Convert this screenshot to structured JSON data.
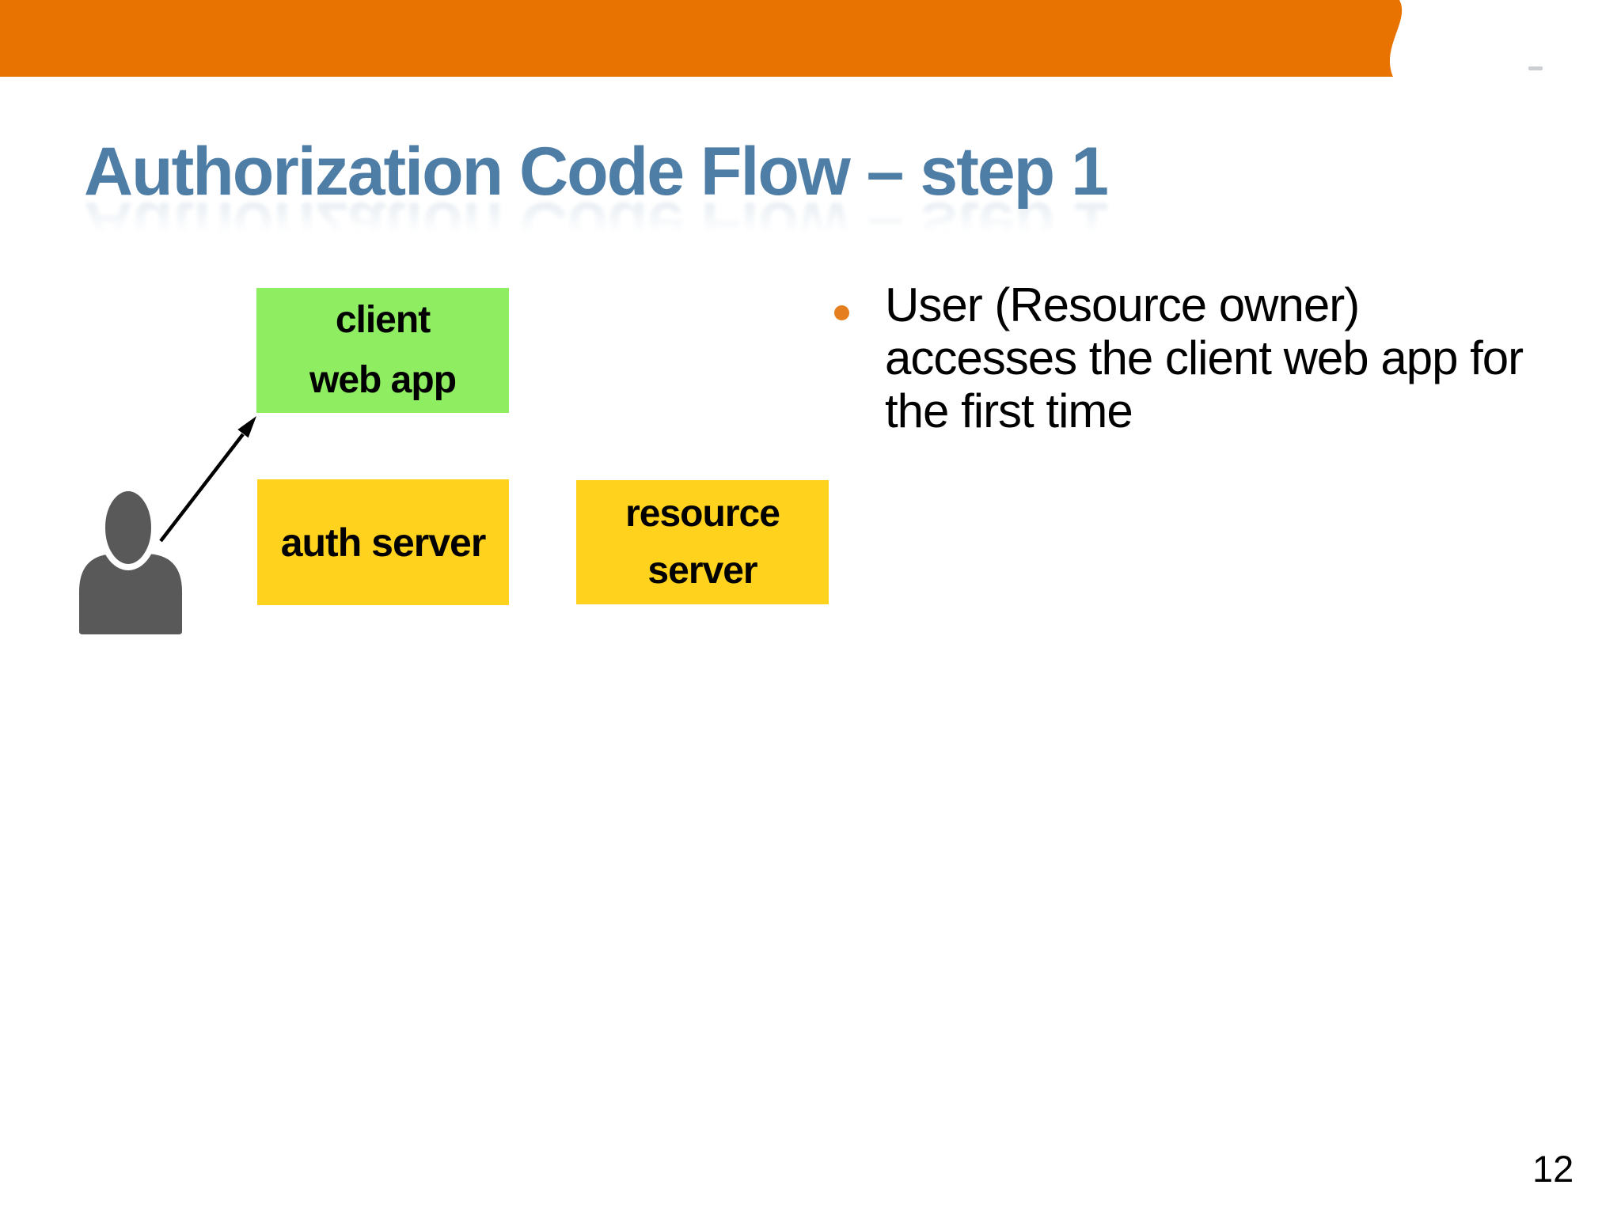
{
  "slide": {
    "title": "Authorization Code Flow – step 1",
    "page_number": "12"
  },
  "theme": {
    "header_bar_color": "#E87300",
    "title_color": "#4E7DA6",
    "bullet_marker_color": "#E57E1E",
    "client_box_color": "#8FED62",
    "server_box_color": "#FFD21E",
    "person_icon_color": "#595959",
    "arrow_color": "#000000"
  },
  "diagram": {
    "client_box": {
      "line1": "client",
      "line2": "web app"
    },
    "auth_box": {
      "label": "auth server"
    },
    "resource_box": {
      "line1": "resource",
      "line2": "server"
    },
    "icons": [
      "person-icon",
      "arrow-up-right-icon"
    ]
  },
  "bullets": [
    {
      "lines": [
        "User (Resource owner)",
        "accesses the client web app for",
        "the first time"
      ]
    }
  ]
}
